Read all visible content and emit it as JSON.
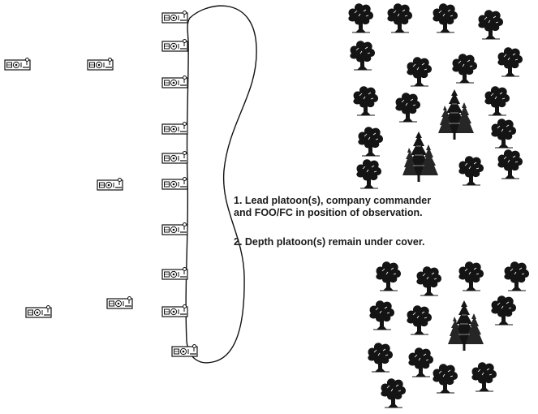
{
  "notes": [
    {
      "lines": [
        "1.  Lead platoon(s), company commander",
        "and FOO/FC in position of observation."
      ]
    },
    {
      "lines": [
        "2.  Depth platoon(s) remain under cover."
      ]
    }
  ],
  "symbols": {
    "vehicle_icon": "armoured-vehicle-icon",
    "tree_icon": "tree-icon",
    "conifer_icon": "conifer-tree-icon",
    "boundary": "observation-area-boundary"
  }
}
